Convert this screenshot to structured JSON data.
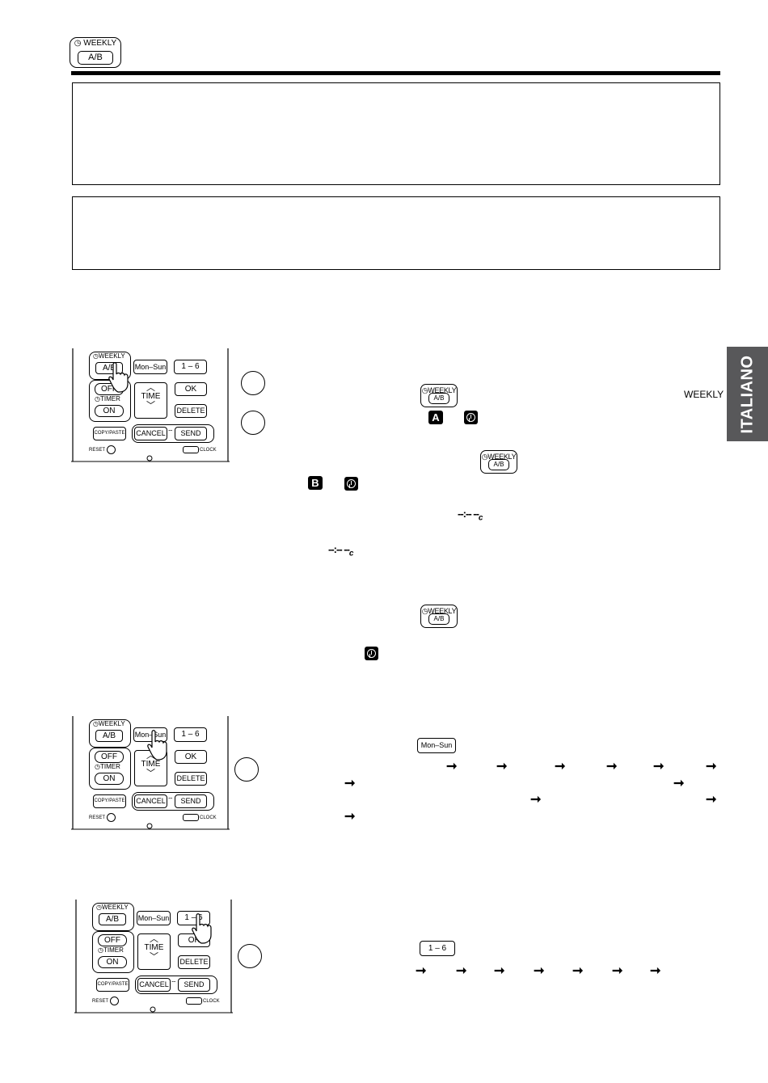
{
  "header": {
    "weekly_label": "WEEKLY",
    "ab_label": "A/B"
  },
  "side_tab": {
    "label": "ITALIANO",
    "color": "#58585a"
  },
  "inline_labels": {
    "weekly_word": "WEEKLY",
    "icon_a": "A",
    "icon_b": "B",
    "display_pattern": "--:-- --",
    "display_c": "c",
    "mon_sun": "Mon–Sun",
    "one_six": "1 – 6"
  },
  "remote": {
    "weekly": "WEEKLY",
    "ab": "A/B",
    "mon_sun": "Mon–Sun",
    "one_six": "1 – 6",
    "off": "OFF",
    "timer": "TIMER",
    "on": "ON",
    "time": "TIME",
    "ok": "OK",
    "delete": "DELETE",
    "copy_paste": "COPY/PASTE",
    "cancel": "CANCEL",
    "send": "SEND",
    "reset": "RESET",
    "clock": "CLOCK"
  },
  "arrow_glyph": "➞"
}
